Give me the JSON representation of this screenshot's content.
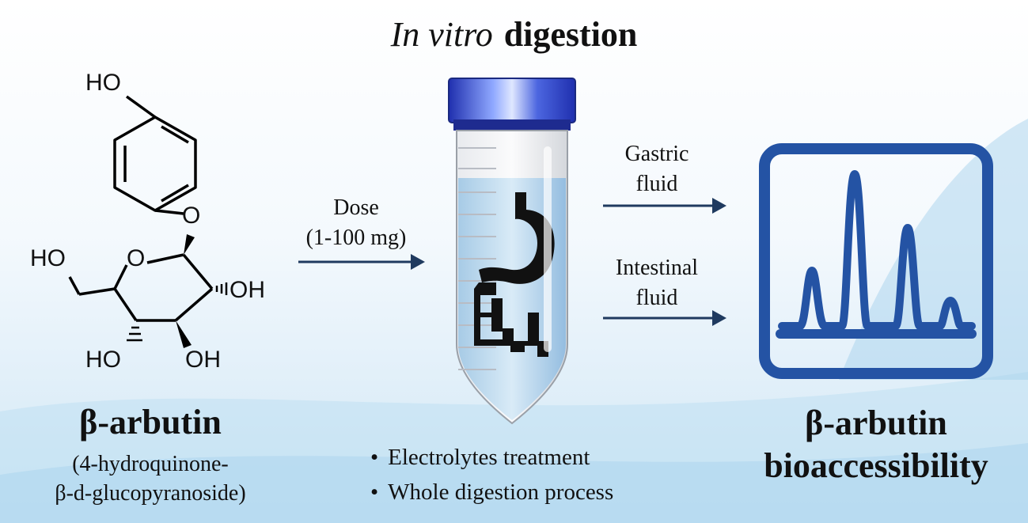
{
  "title": {
    "italic": "In vitro",
    "bold": "digestion"
  },
  "molecule": {
    "name": "β-arbutin",
    "iupac_line1": "(4-hydroquinone-",
    "iupac_line2": "β-d-glucopyranoside)",
    "atoms": {
      "ho_top": "HO",
      "o_link": "O",
      "o_ring": "O",
      "ho_ch2": "HO",
      "oh_right": "OH",
      "ho_bottom": "HO",
      "oh_bottom": "OH"
    }
  },
  "arrows": {
    "dose_label": "Dose",
    "dose_amount": "(1-100 mg)",
    "gastric_line1": "Gastric",
    "gastric_line2": "fluid",
    "intestinal_line1": "Intestinal",
    "intestinal_line2": "fluid"
  },
  "process_steps": [
    "Electrolytes treatment",
    "Whole digestion process"
  ],
  "result": {
    "line1": "β-arbutin",
    "line2": "bioaccessibility"
  },
  "colors": {
    "navy": "#1f3a5f",
    "chromatogram_blue": "#2453a4",
    "cap_blue": "#2f4fcf"
  }
}
